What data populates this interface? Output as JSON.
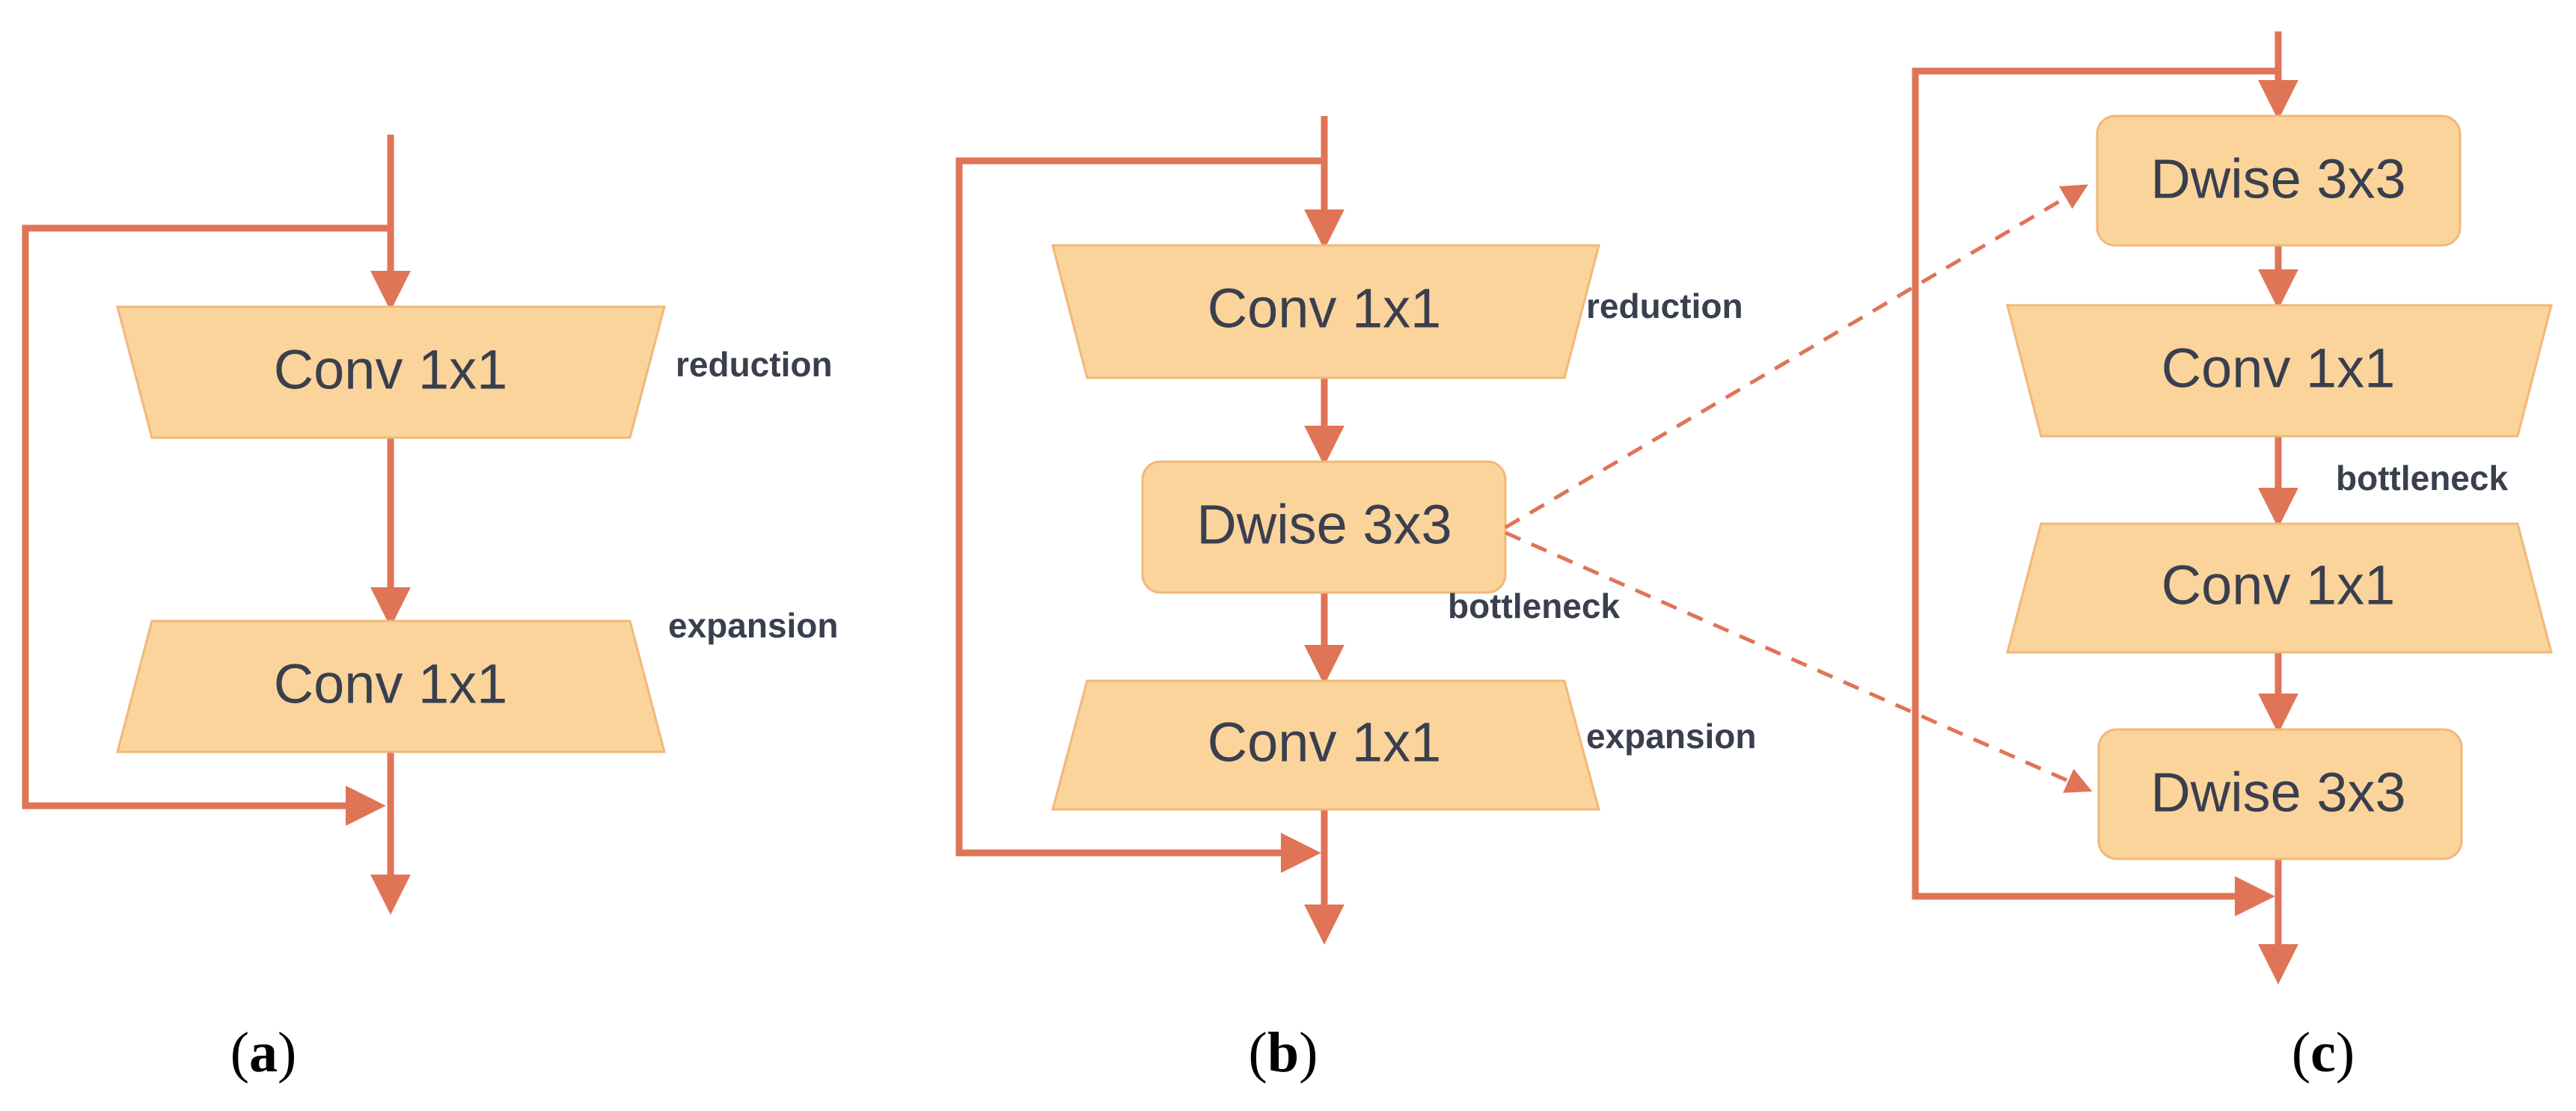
{
  "colors": {
    "box_fill": "#FAD49B",
    "box_stroke": "#F0B87A",
    "arrow": "#E07456",
    "label_text": "#3A3F4E"
  },
  "panels": [
    {
      "id": "a",
      "caption": "a",
      "blocks": [
        {
          "text": "Conv 1x1",
          "shape": "trapezoid-inverted"
        },
        {
          "text": "Conv 1x1",
          "shape": "trapezoid"
        }
      ],
      "labels": [
        "reduction",
        "expansion"
      ]
    },
    {
      "id": "b",
      "caption": "b",
      "blocks": [
        {
          "text": "Conv 1x1",
          "shape": "trapezoid-inverted"
        },
        {
          "text": "Dwise 3x3",
          "shape": "rounded-rect"
        },
        {
          "text": "Conv 1x1",
          "shape": "trapezoid"
        }
      ],
      "labels": [
        "reduction",
        "bottleneck",
        "expansion"
      ]
    },
    {
      "id": "c",
      "caption": "c",
      "blocks": [
        {
          "text": "Dwise 3x3",
          "shape": "rounded-rect"
        },
        {
          "text": "Conv 1x1",
          "shape": "trapezoid-inverted"
        },
        {
          "text": "Conv 1x1",
          "shape": "trapezoid"
        },
        {
          "text": "Dwise 3x3",
          "shape": "rounded-rect"
        }
      ],
      "labels": [
        "bottleneck"
      ]
    }
  ]
}
